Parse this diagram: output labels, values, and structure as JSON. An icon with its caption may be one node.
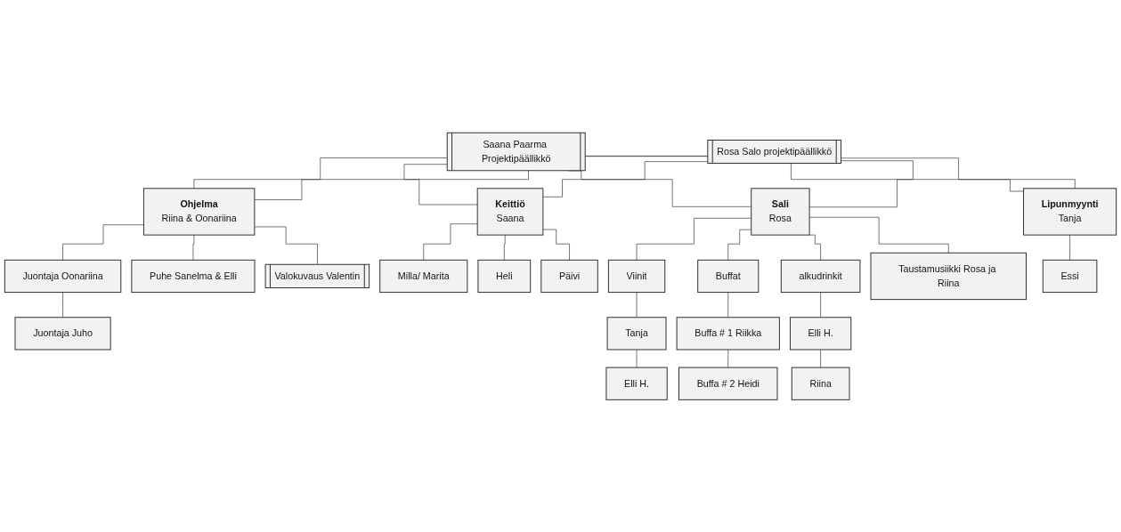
{
  "diagram": {
    "nodes": [
      {
        "text": [
          "Saana Paarma Projektipäällikkö"
        ]
      },
      {
        "text": [
          "Rosa Salo projektipäällikkö"
        ]
      },
      {
        "text": [
          "Ohjelma",
          "Riina & Oonariina"
        ]
      },
      {
        "text": [
          "Keittiö",
          "Saana"
        ]
      },
      {
        "text": [
          "Sali",
          "Rosa"
        ]
      },
      {
        "text": [
          "Lipunmyynti",
          "Tanja"
        ]
      },
      {
        "text": [
          "Juontaja Oonariina"
        ]
      },
      {
        "text": [
          "Juontaja Juho"
        ]
      },
      {
        "text": [
          "Puhe Sanelma & Elli"
        ]
      },
      {
        "text": [
          "Valokuvaus Valentin"
        ]
      },
      {
        "text": [
          "Milla/ Marita"
        ]
      },
      {
        "text": [
          "Heli"
        ]
      },
      {
        "text": [
          "Päivi"
        ]
      },
      {
        "text": [
          "Viinit"
        ]
      },
      {
        "text": [
          "Tanja"
        ]
      },
      {
        "text": [
          "Elli H."
        ]
      },
      {
        "text": [
          "Buffat"
        ]
      },
      {
        "text": [
          "Buffa # 1 Riikka"
        ]
      },
      {
        "text": [
          "Buffa # 2 Heidi"
        ]
      },
      {
        "text": [
          "alkudrinkit"
        ]
      },
      {
        "text": [
          "Elli H."
        ]
      },
      {
        "text": [
          "Riina"
        ]
      },
      {
        "text": [
          "Taustamusiikki Rosa ja Riina"
        ]
      },
      {
        "text": [
          "Essi"
        ]
      }
    ],
    "edges": [
      {
        "from": 0,
        "to": 2,
        "arrow": "none"
      },
      {
        "from": 0,
        "to": 3,
        "arrow": "none"
      },
      {
        "from": 0,
        "to": 4,
        "arrow": "none"
      },
      {
        "from": 0,
        "to": 5,
        "arrow": "none"
      },
      {
        "from": 1,
        "to": 2,
        "arrow": "none"
      },
      {
        "from": 1,
        "to": 3,
        "arrow": "none"
      },
      {
        "from": 1,
        "to": 4,
        "arrow": "none"
      },
      {
        "from": 1,
        "to": 5,
        "arrow": "none"
      },
      {
        "from": 2,
        "to": 6,
        "arrow": "none"
      },
      {
        "from": 6,
        "to": 7,
        "arrow": "none"
      },
      {
        "from": 2,
        "to": 8,
        "arrow": "none"
      },
      {
        "from": 2,
        "to": 9,
        "arrow": "none"
      },
      {
        "from": 3,
        "to": 10,
        "arrow": "none"
      },
      {
        "from": 3,
        "to": 11,
        "arrow": "none"
      },
      {
        "from": 3,
        "to": 12,
        "arrow": "none"
      },
      {
        "from": 4,
        "to": 13,
        "arrow": "none"
      },
      {
        "from": 13,
        "to": 14,
        "arrow": "none"
      },
      {
        "from": 14,
        "to": 15,
        "arrow": "none"
      },
      {
        "from": 4,
        "to": 16,
        "arrow": "none"
      },
      {
        "from": 16,
        "to": 17,
        "arrow": "none"
      },
      {
        "from": 17,
        "to": 18,
        "arrow": "none"
      },
      {
        "from": 4,
        "to": 19,
        "arrow": "none"
      },
      {
        "from": 19,
        "to": 20,
        "arrow": "none"
      },
      {
        "from": 20,
        "to": 21,
        "arrow": "none"
      },
      {
        "from": 4,
        "to": 22,
        "arrow": "none"
      },
      {
        "from": 5,
        "to": 23,
        "arrow": "none"
      }
    ]
  }
}
